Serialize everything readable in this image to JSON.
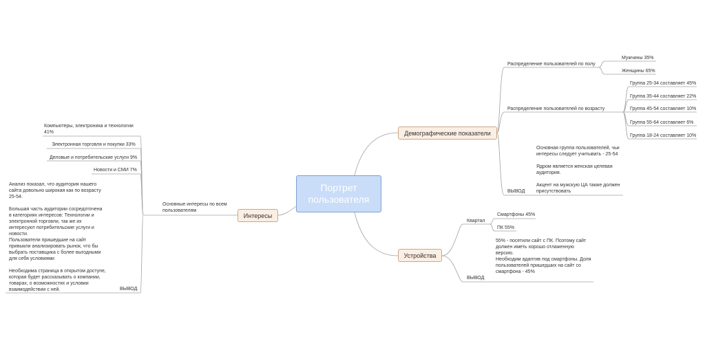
{
  "root": {
    "title": "Портрет пользователя"
  },
  "demographics": {
    "label": "Демографические показатели",
    "gender": {
      "label": "Распределение пользователей по полу",
      "items": [
        "Мужчины 35%",
        "Женщины 65%"
      ]
    },
    "age": {
      "label": "Распределение пользователей по возрасту",
      "items": [
        "Группа 25-34 составляет 45%",
        "Группа 35-44 составляет 22%",
        "Группа 45-54 составляет 10%",
        "Группа 55-64 составляет 6%",
        "Группа 18-24 составляет 10%"
      ]
    },
    "conclusion": {
      "label": "ВЫВОД",
      "lines": [
        "Основная группа пользователей, чьи",
        "интересы следует учитывать - 25-54",
        "",
        "Ядром является женская целевая",
        "аудитория.",
        "",
        "Акцент на мужскую ЦА также должен",
        "присутствовать"
      ]
    }
  },
  "interests": {
    "label": "Интересы",
    "sub": {
      "lines": [
        "Основные интересы по всем",
        "пользователям"
      ]
    },
    "items": [
      {
        "lines": [
          "Компьютеры, электроника и технологии",
          "41%"
        ]
      },
      {
        "lines": [
          "Электронная торговля и покупки 33%"
        ]
      },
      {
        "lines": [
          "Деловые и потребительские услуги 9%"
        ]
      },
      {
        "lines": [
          "Новости и СМИ 7%"
        ]
      }
    ],
    "conclusion": {
      "label": "ВЫВОД",
      "lines": [
        "Анализ показал, что аудитория нашего",
        "сайта довольно широкая как по возрасту",
        "25-54.",
        "",
        "Большая часть аудитории сосредоточена",
        "в категориях интересов: Технологии и",
        "электронной торговли, так же их",
        "интересуют потребительские услуги и",
        "новости.",
        "Пользователи пришедшие на сайт",
        "привыкли анализировать рынок, что бы",
        "выбрать поставщика с более выгодными",
        "для себя условиями",
        "",
        "Необходима страница в открытом доступе,",
        "которая будет рассказывать о компании,",
        "товарах, о возможностях и условии",
        "взаимодействии с ней."
      ]
    }
  },
  "devices": {
    "label": "Устройства",
    "quarter": {
      "label": "Квартал",
      "items": [
        "Смартфоны 45%",
        "ПК 55%"
      ]
    },
    "conclusion": {
      "label": "ВЫВОД",
      "lines": [
        "55% - посетили сайт с ПК. Поэтому сайт",
        "должен иметь хорошо отлаженную",
        "версию.",
        "Необходим адаптив под смартфоны. Доля",
        "пользователей пришедших на сайт со",
        "смартфона - 45%"
      ]
    }
  },
  "colors": {
    "root_fill": "#c9dcf8",
    "branch_fill": "#fbeee2",
    "line": "#9a9a9a"
  }
}
